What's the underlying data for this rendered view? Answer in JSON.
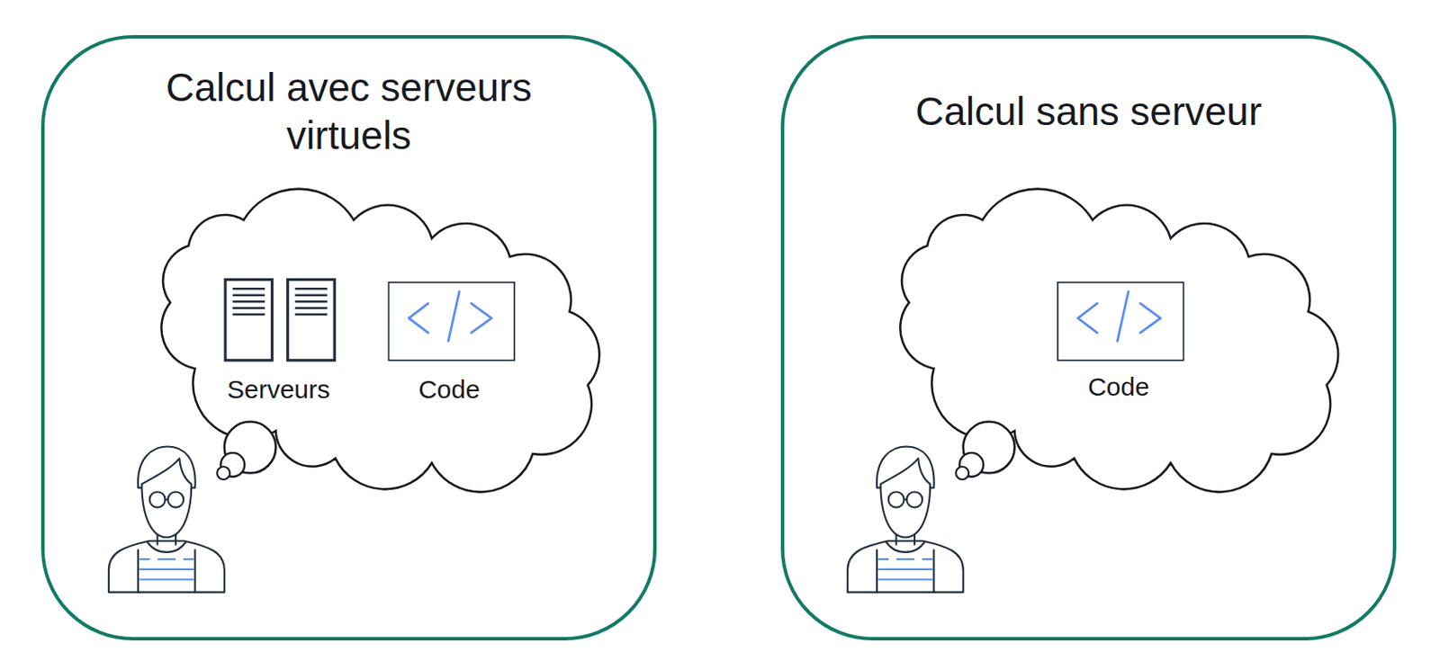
{
  "diagram": {
    "nodes": [
      {
        "text": [
          "Calcul avec serveurs virtuels"
        ]
      },
      {
        "text": [
          "Calcul sans serveur"
        ]
      }
    ],
    "labels": [
      "Serveurs",
      "Code",
      "Code"
    ]
  }
}
